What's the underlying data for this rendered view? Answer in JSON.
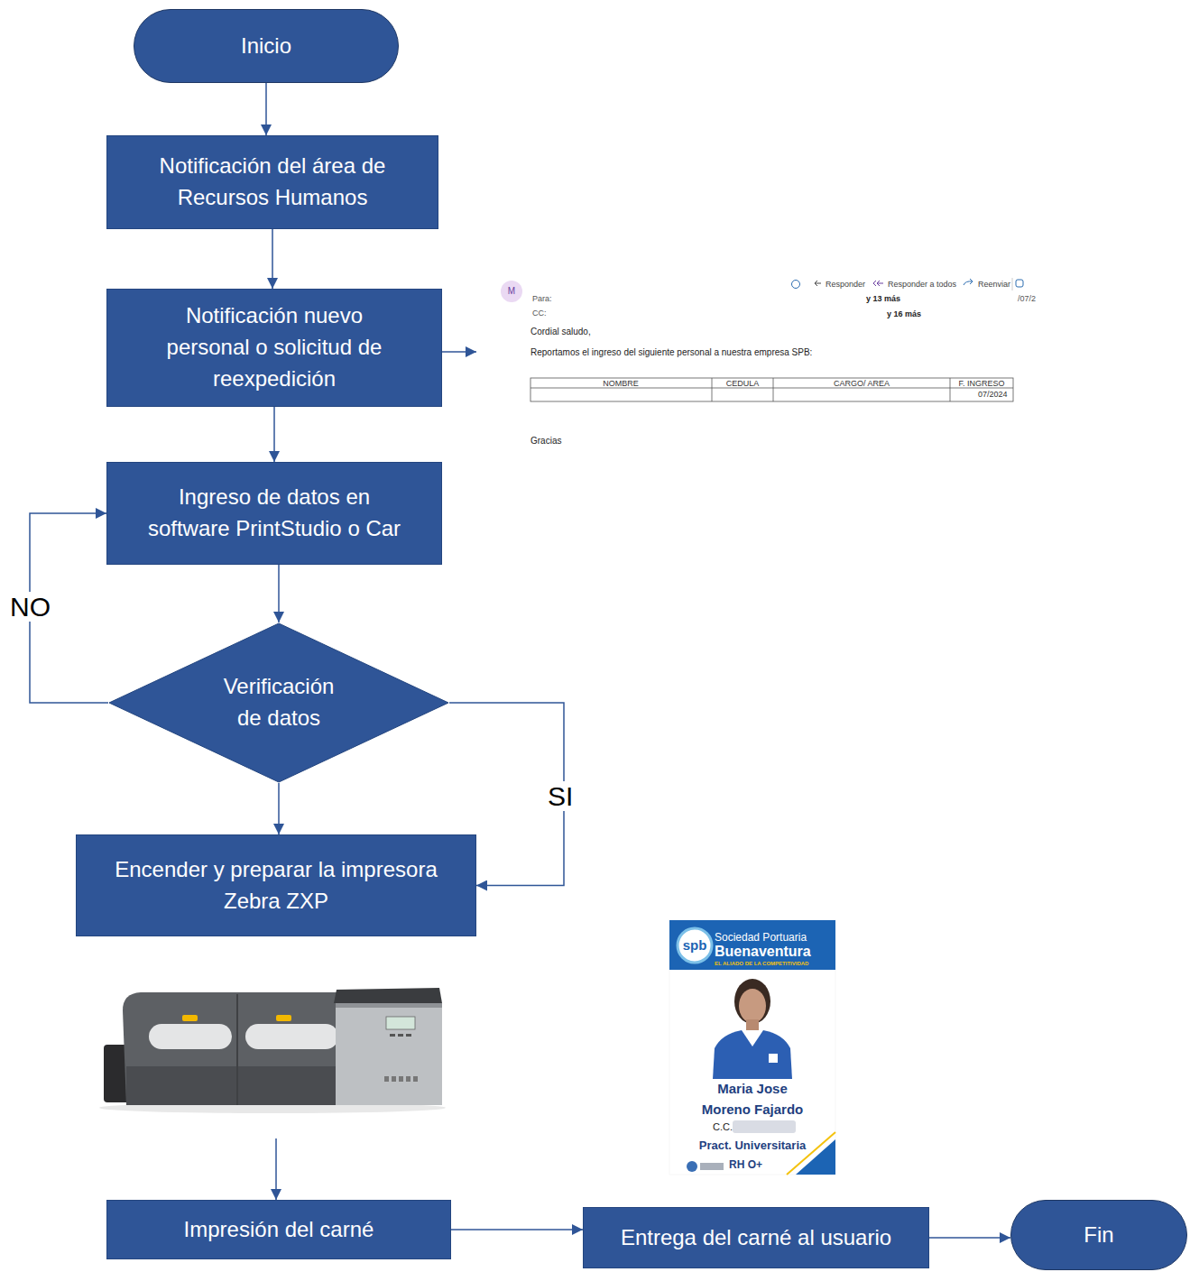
{
  "diagram": {
    "nodes": [
      {
        "text": [
          "Inicio"
        ]
      },
      {
        "text": [
          "Notificación del área de Recursos Humanos"
        ]
      },
      {
        "text": [
          "Notificación nuevo personal o solicitud de reexpedición"
        ]
      },
      {
        "text": [
          "Ingreso de datos en software PrintStudio o Car"
        ]
      },
      {
        "text": [
          "Verificación de datos"
        ]
      },
      {
        "text": [
          "Encender y preparar la impresora Zebra ZXP"
        ]
      },
      {
        "text": [
          "Impresión del carné"
        ]
      },
      {
        "text": [
          "Entrega del carné al usuario"
        ]
      },
      {
        "text": [
          "Fin"
        ]
      }
    ],
    "edges": [
      {
        "from": 0,
        "to": 1,
        "arrow": "to"
      },
      {
        "from": 1,
        "to": 2,
        "arrow": "to"
      },
      {
        "from": 2,
        "to": 3,
        "arrow": "to"
      },
      {
        "from": 3,
        "to": 4,
        "arrow": "to"
      },
      {
        "from": 4,
        "to": 5,
        "arrow": "to"
      },
      {
        "from": 4,
        "to": 3,
        "label": "NO",
        "arrow": "to"
      },
      {
        "from": 4,
        "to": 5,
        "label": "SI",
        "arrow": "to"
      },
      {
        "from": 5,
        "to": 6,
        "arrow": "to"
      },
      {
        "from": 6,
        "to": 7,
        "arrow": "to"
      },
      {
        "from": 7,
        "to": 8,
        "arrow": "to"
      }
    ],
    "labels": [
      "M",
      "Responder",
      "Responder a todos",
      "Reenviar",
      "Para:",
      "y 13 más",
      "/07/2",
      "CC:",
      "y 16 más",
      "Cordial saludo,",
      "Reportamos el ingreso del siguiente personal a nuestra empresa SPB:",
      "NOMBRE",
      "CEDULA",
      "CARGO/ AREA",
      "F. INGRESO",
      "07/2024",
      "Gracias",
      "Sociedad Portuaria",
      "Buenaventura",
      "EL ALIADO DE LA COMPETITIVIDAD",
      "spb",
      "Maria Jose",
      "Moreno Fajardo",
      "C.C.",
      "Pract. Universitaria",
      "RH O+"
    ]
  }
}
